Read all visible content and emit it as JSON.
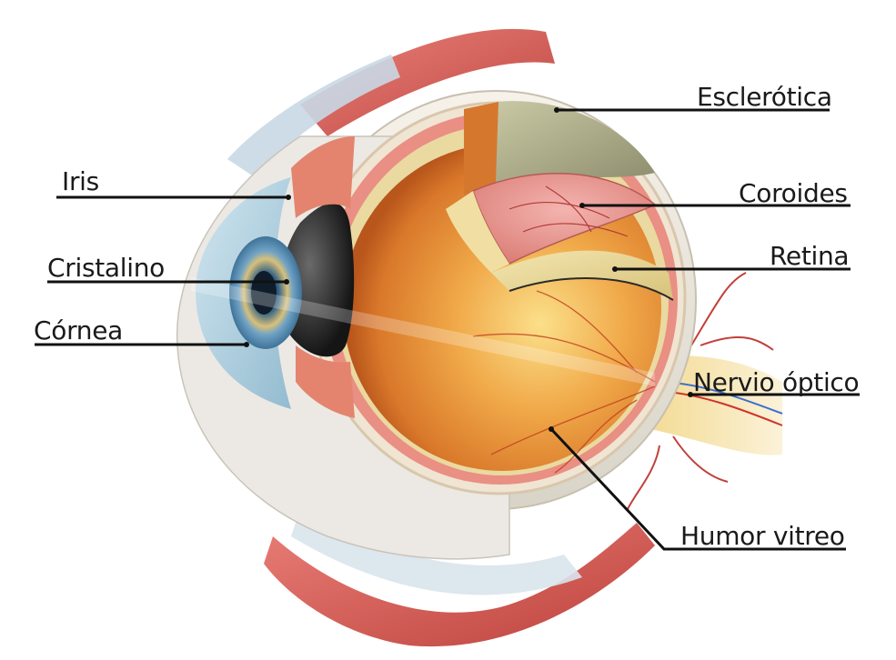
{
  "labels": {
    "esclerotica": "Esclerótica",
    "coroides": "Coroides",
    "retina": "Retina",
    "nervio_optico": "Nervio óptico",
    "humor_vitreo": "Humor vitreo",
    "iris": "Iris",
    "cristalino": "Cristalino",
    "cornea": "Córnea"
  },
  "colors": {
    "leader_line": "#111111",
    "sclera": "#efe8dc",
    "choroid": "#e88e8e",
    "retina": "#e9dba0",
    "vitreous": "#e79a3e",
    "iris": "#5d8db0",
    "muscle": "#d3504a"
  }
}
